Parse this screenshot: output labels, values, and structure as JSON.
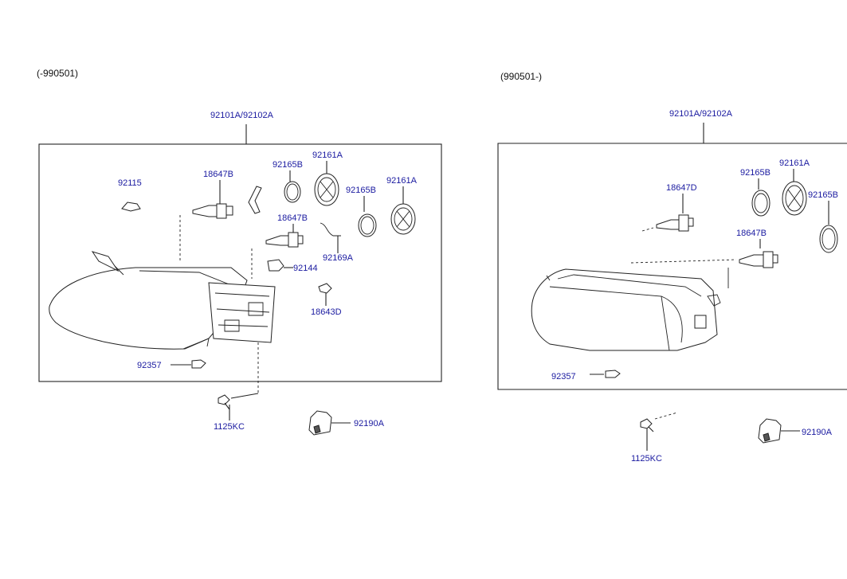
{
  "left": {
    "variant": "(-990501)",
    "assembly": "92101A/92102A",
    "labels": {
      "p92115": "92115",
      "p18647b_top": "18647B",
      "p92165b_a": "92165B",
      "p92161a_a": "92161A",
      "p92165b_b": "92165B",
      "p92161a_b": "92161A",
      "p18647b_mid": "18647B",
      "p92169a": "92169A",
      "p92144": "92144",
      "p18643d": "18643D",
      "p92357": "92357",
      "p1125kc": "1125KC",
      "p92190a": "92190A"
    }
  },
  "right": {
    "variant": "(990501-)",
    "assembly": "92101A/92102A",
    "labels": {
      "p92165b_a": "92165B",
      "p92161a": "92161A",
      "p92165b_b": "92165B",
      "p18647d": "18647D",
      "p18647b": "18647B",
      "p92357": "92357",
      "p1125kc": "1125KC",
      "p92190a": "92190A"
    }
  }
}
